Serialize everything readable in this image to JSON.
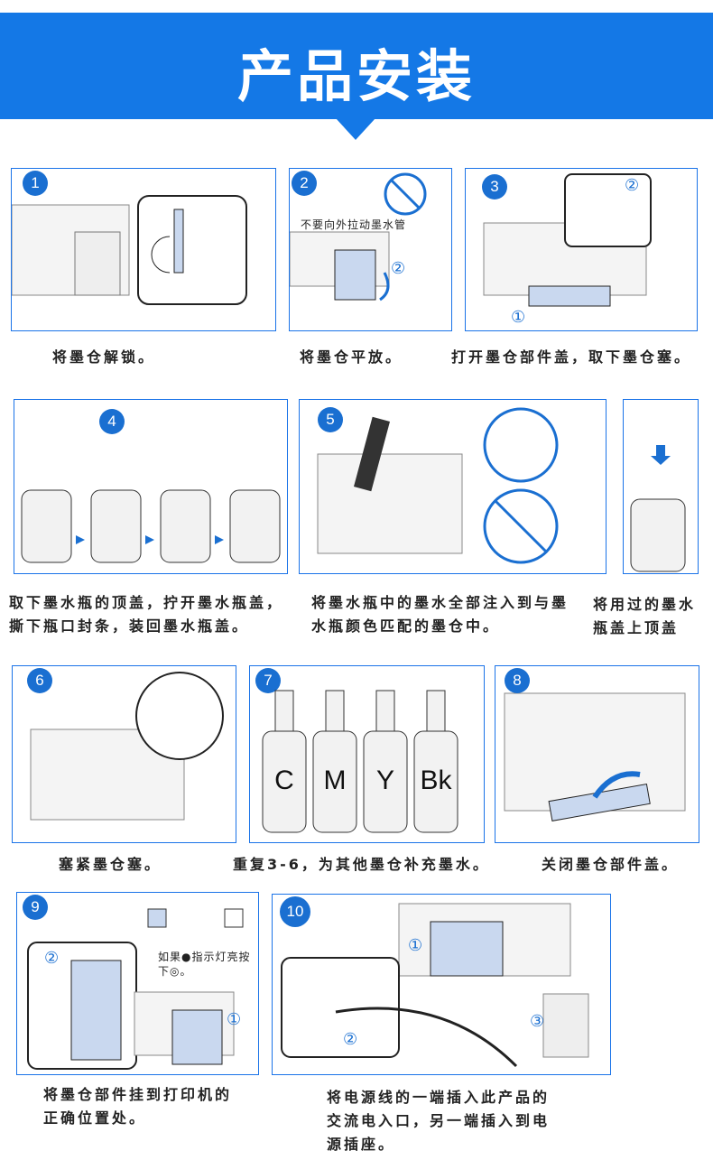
{
  "header": {
    "title": "产品安装"
  },
  "steps": [
    {
      "num": "1",
      "caption": "将墨仓解锁。"
    },
    {
      "num": "2",
      "caption": "将墨仓平放。",
      "note": "不要向外拉动墨水管"
    },
    {
      "num": "3",
      "caption": "打开墨仓部件盖，取下墨仓塞。"
    },
    {
      "num": "4",
      "caption": "取下墨水瓶的顶盖，拧开墨水瓶盖，撕下瓶口封条，装回墨水瓶盖。"
    },
    {
      "num": "5",
      "caption": "将墨水瓶中的墨水全部注入到与墨水瓶颜色匹配的墨仓中。"
    },
    {
      "num": "",
      "caption": "将用过的墨水瓶盖上顶盖"
    },
    {
      "num": "6",
      "caption": "塞紧墨仓塞。"
    },
    {
      "num": "7",
      "caption": "重复3-6，为其他墨仓补充墨水。",
      "bottles": [
        "C",
        "M",
        "Y",
        "Bk"
      ]
    },
    {
      "num": "8",
      "caption": "关闭墨仓部件盖。"
    },
    {
      "num": "9",
      "caption": "将墨仓部件挂到打印机的正确位置处。",
      "note": "如果●指示灯亮按下◎。"
    },
    {
      "num": "10",
      "caption": "将电源线的一端插入此产品的交流电入口，另一端插入到电源插座。"
    }
  ],
  "markers": {
    "one": "①",
    "two": "②",
    "three": "③"
  }
}
